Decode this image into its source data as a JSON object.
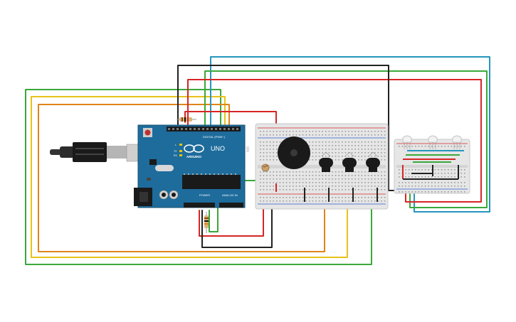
{
  "arduino": {
    "label_digital": "DIGITAL (PWM~)",
    "label_brand": "ARDUINO",
    "label_model": "UNO",
    "label_power": "POWER",
    "label_analog": "ANALOG IN",
    "pin_tx": "TX",
    "pin_rx": "RX",
    "pin_l": "L"
  },
  "colors": {
    "board": "#1e6c9c",
    "breadboard": "#e6e6e6",
    "wire_red": "#d62626",
    "wire_green": "#3aa83a",
    "wire_blue": "#2596be",
    "wire_black": "#222222",
    "wire_yellow": "#e8c21a",
    "wire_orange": "#e0841a"
  },
  "components": [
    "usb-cable-icon",
    "piezo-buzzer-icon",
    "potentiometer-icon",
    "photoresistor-icon",
    "rgb-led-icon",
    "resistor-icon"
  ]
}
